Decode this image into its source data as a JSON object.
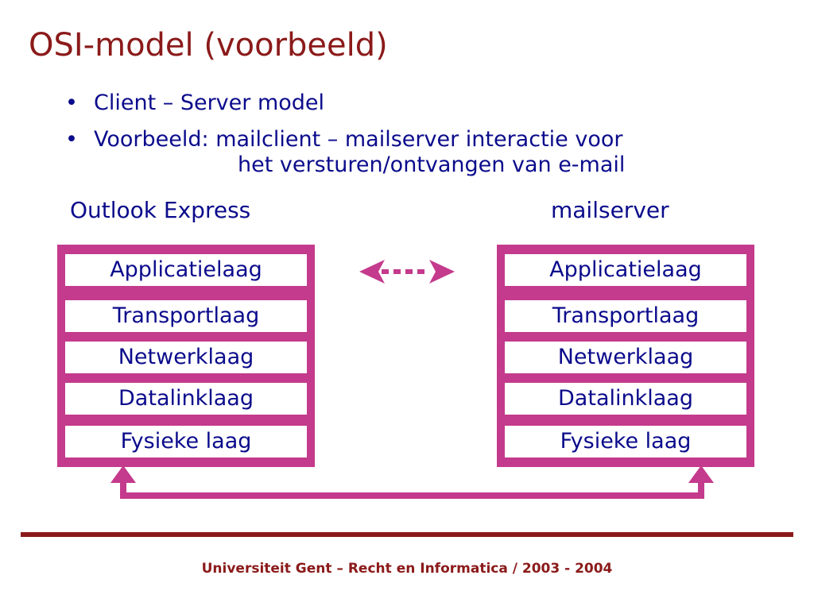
{
  "title": "OSI-model (voorbeeld)",
  "bullets": [
    {
      "lines": [
        "Client – Server model"
      ]
    },
    {
      "lines": [
        "Voorbeeld: mailclient – mailserver interactie voor",
        "het versturen/ontvangen van e-mail"
      ]
    }
  ],
  "left_stack": {
    "label": "Outlook Express",
    "layers": [
      "Applicatielaag",
      "Transportlaag",
      "Netwerklaag",
      "Datalinklaag",
      "Fysieke laag"
    ]
  },
  "right_stack": {
    "label": "mailserver",
    "layers": [
      "Applicatielaag",
      "Transportlaag",
      "Netwerklaag",
      "Datalinklaag",
      "Fysieke laag"
    ]
  },
  "colors": {
    "title": "#8b1a1a",
    "text": "#0b0b8c",
    "stack": "#c43a8c",
    "footer": "#8b1a1a"
  },
  "footer": "Universiteit Gent – Recht en Informatica / 2003 - 2004"
}
